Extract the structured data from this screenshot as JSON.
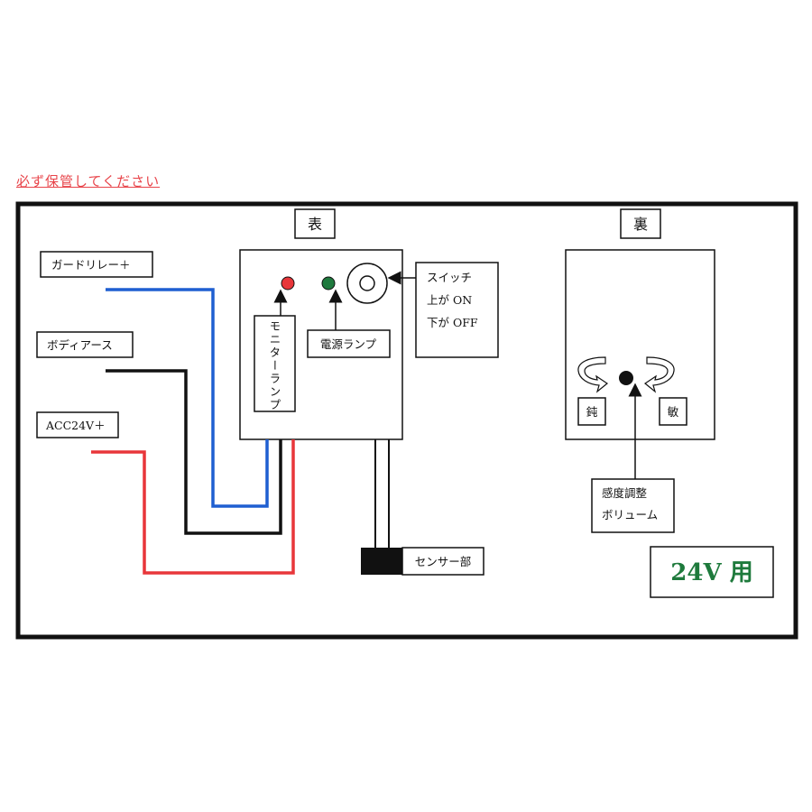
{
  "note": "必ず保管してください",
  "front": {
    "title": "表",
    "monitor_lamp_label": "モニターランプ",
    "power_lamp_label": "電源ランプ",
    "switch_lines": [
      "スイッチ",
      "上が ON",
      "下が OFF"
    ],
    "sensor_label": "センサー部",
    "lamp_colors": {
      "monitor": "#e8363a",
      "power": "#1f7a3e"
    }
  },
  "wires": [
    {
      "label": "ガードリレー＋",
      "color": "#1f5fd1"
    },
    {
      "label": "ボディアース",
      "color": "#111111"
    },
    {
      "label": "ACC24V＋",
      "color": "#e8363a"
    }
  ],
  "back": {
    "title": "裏",
    "dull_label": "鈍",
    "sensitive_label": "敏",
    "volume_lines": [
      "感度調整",
      "ボリューム"
    ]
  },
  "badge": {
    "text": "24V 用",
    "color": "#1e7a3c"
  }
}
